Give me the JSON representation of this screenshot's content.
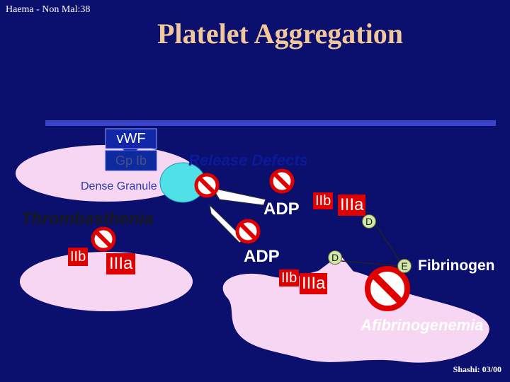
{
  "header_note": "Haema - Non Mal:38",
  "title": "Platelet Aggregation",
  "vwf_label": "vWF",
  "gp_label": "Gp Ib",
  "release_defects": "Release Defects",
  "dense_granule": "Dense Granule",
  "thrombasthenia": "Thrombasthenia",
  "receptor_left": {
    "iib": "IIb",
    "iiia": "IIIa"
  },
  "adp_top": "ADP",
  "receptor_top": {
    "iib": "IIb",
    "iiia": "IIIa",
    "d": "D"
  },
  "adp_mid": "ADP",
  "receptor_mid": {
    "iib": "IIb",
    "iiia": "IIIa",
    "d": "D"
  },
  "fibrinogen": {
    "e": "E",
    "label": "Fibrinogen"
  },
  "afibrinogenemia": "Afibrinogenemia",
  "footer": "Shashi: 03/00",
  "colors": {
    "background": "#0b0f6e",
    "title": "#f2c79a",
    "platelet": "#f7d6f3",
    "ban": "#e00000"
  }
}
